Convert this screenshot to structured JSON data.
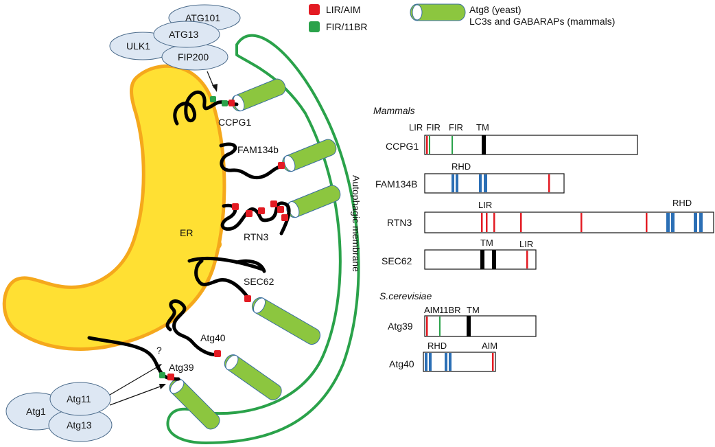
{
  "legend": {
    "lir_aim": "LIR/AIM",
    "fir_11br": "FIR/11BR",
    "atg8_line1": "Atg8 (yeast)",
    "atg8_line2": "LC3s and GABARAPs (mammals)"
  },
  "colors": {
    "lir": "#e31b23",
    "fir": "#2aa24a",
    "atg8_fill": "#8cc63f",
    "er_fill": "#ffe033",
    "er_edge": "#f5a81c",
    "membrane": "#2aa24a",
    "complex_fill": "#dde7f3",
    "rhd": "#2b6fb5",
    "tm": "#000000"
  },
  "left": {
    "er_label": "ER",
    "membrane_label": "Autophagic membrane",
    "complex_top": [
      "ATG101",
      "ULK1",
      "ATG13",
      "FIP200"
    ],
    "complex_bottom": [
      "Atg1",
      "Atg11",
      "Atg13"
    ],
    "question": "?",
    "receptors": [
      "CCPG1",
      "FAM134b",
      "RTN3",
      "SEC62",
      "Atg40",
      "Atg39"
    ]
  },
  "right": {
    "mammals_heading": "Mammals",
    "yeast_heading": "S.cerevisiae",
    "domains": [
      {
        "name": "CCPG1",
        "tags": [
          "LIR",
          "FIR",
          "FIR",
          "TM"
        ]
      },
      {
        "name": "FAM134B",
        "tags": [
          "RHD"
        ]
      },
      {
        "name": "RTN3",
        "tags": [
          "LIR",
          "RHD"
        ]
      },
      {
        "name": "SEC62",
        "tags": [
          "TM",
          "LIR"
        ]
      },
      {
        "name": "Atg39",
        "tags": [
          "AIM",
          "11BR",
          "TM"
        ]
      },
      {
        "name": "Atg40",
        "tags": [
          "RHD",
          "AIM"
        ]
      }
    ]
  }
}
